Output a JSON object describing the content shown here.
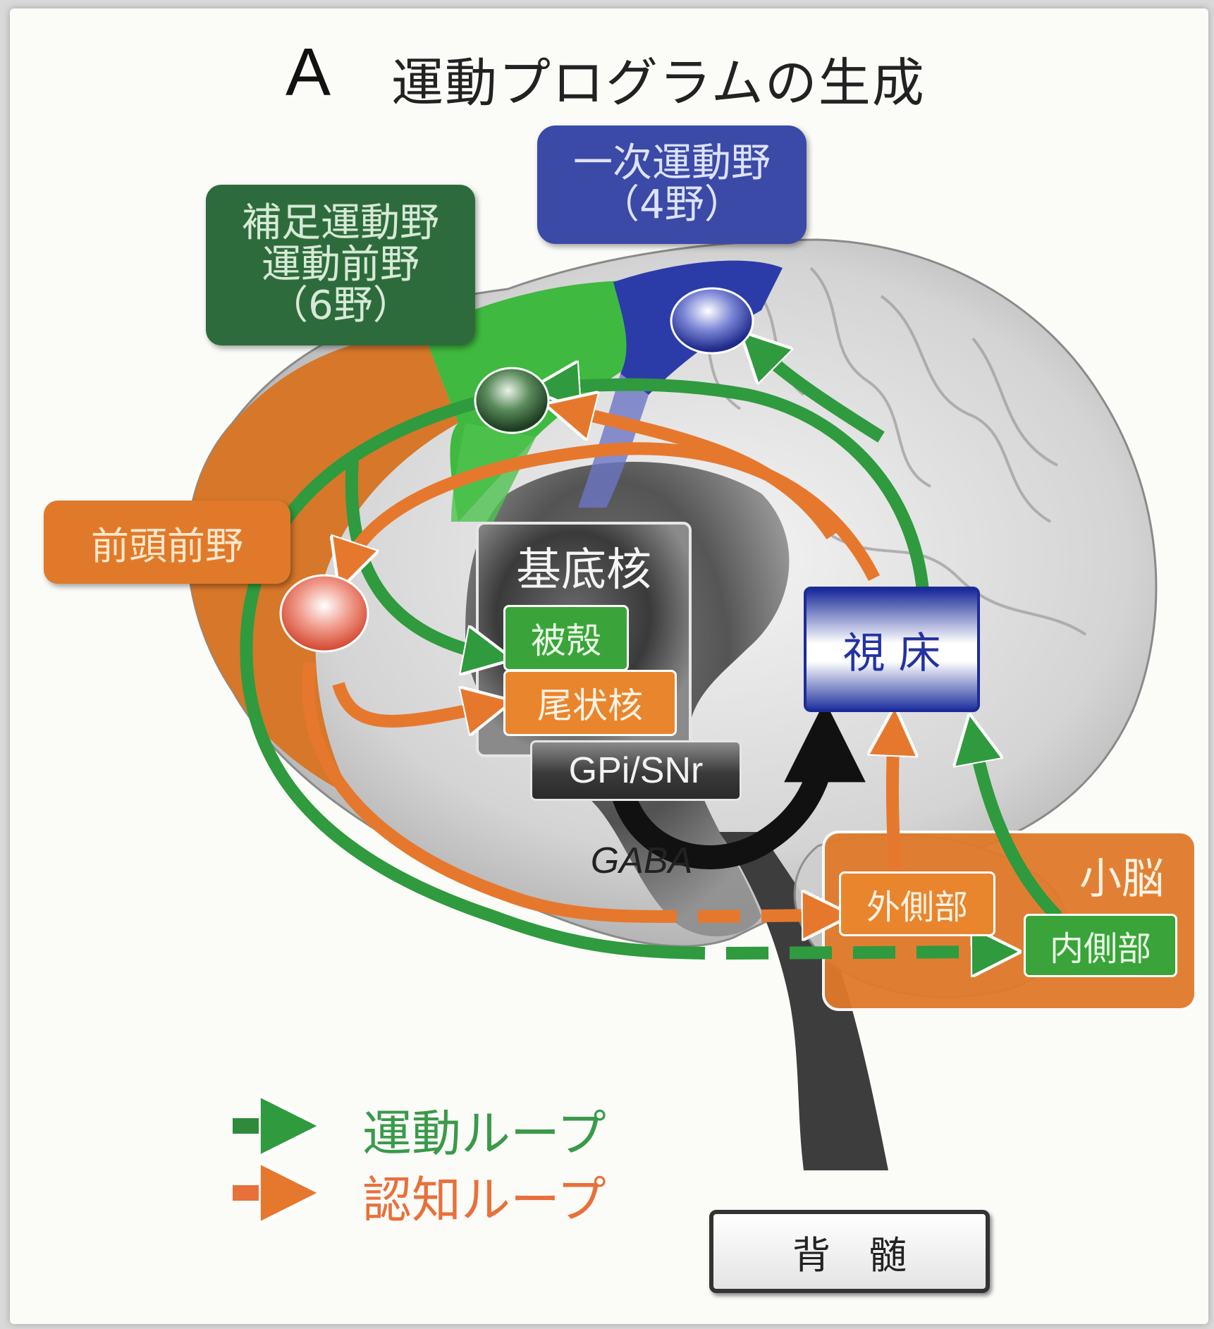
{
  "title": {
    "letter": "A",
    "text": "運動プログラムの生成"
  },
  "regions": {
    "primary_motor": {
      "line1": "一次運動野",
      "line2": "（4野）"
    },
    "supplementary_motor": {
      "line1": "補足運動野",
      "line2": "運動前野",
      "line3": "（6野）"
    },
    "prefrontal": "前頭前野",
    "basal_ganglia": "基底核",
    "putamen": "被殻",
    "caudate": "尾状核",
    "gpi_snr": "GPi/SNr",
    "gaba": "GABA",
    "thalamus": "視 床",
    "cerebellum": "小脳",
    "cerebellum_lateral": "外側部",
    "cerebellum_medial": "内側部",
    "spinal_cord": "背　髄"
  },
  "legend": [
    {
      "label": "運動ループ",
      "color": "#2f8a3b"
    },
    {
      "label": "認知ループ",
      "color": "#e8703a"
    }
  ],
  "colors": {
    "motor_loop": "#2f9a3e",
    "cognitive_loop": "#e6782e",
    "primary_motor_area": "#2b3ca8",
    "premotor_area": "#3fb93f",
    "prefrontal_area": "#d6772a",
    "inhibitory": "#111111"
  }
}
